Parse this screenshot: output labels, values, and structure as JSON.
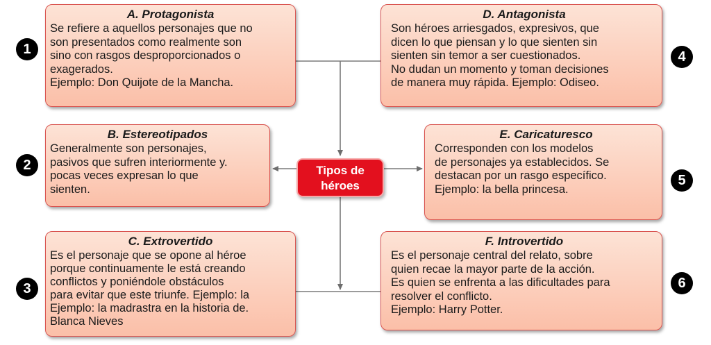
{
  "center": {
    "lines": [
      "Tipos de",
      "héroes"
    ]
  },
  "boxes": [
    {
      "number": "1",
      "title": "A. Protagonista",
      "lines": [
        "Se refiere a aquellos personajes que no",
        "son presentados como realmente son",
        "sino con rasgos desproporcionados o",
        "exagerados.",
        "Ejemplo: Don Quijote de la Mancha."
      ]
    },
    {
      "number": "2",
      "title": "B. Estereotipados",
      "lines": [
        "Generalmente son personajes,",
        "pasivos que sufren interiormente y.",
        "pocas veces expresan lo que",
        " sienten."
      ]
    },
    {
      "number": "3",
      "title": "C. Extrovertido",
      "lines": [
        "Es el personaje que se opone al héroe",
        "porque continuamente le está creando",
        "conflictos y poniéndole obstáculos",
        "para evitar que este triunfe. Ejemplo: la",
        "Ejemplo: la madrastra en la historia de.",
        "Blanca Nieves"
      ]
    },
    {
      "number": "4",
      "title": "D. Antagonista",
      "lines": [
        "Son héroes arriesgados, expresivos, que",
        "dicen lo que piensan y lo que sienten sin",
        "sienten sin temor a ser cuestionados.",
        "No dudan un momento y toman decisiones",
        "de manera muy rápida. Ejemplo: Odiseo."
      ]
    },
    {
      "number": "5",
      "title": "E. Caricaturesco",
      "lines": [
        "Corresponden con los modelos",
        "de personajes ya establecidos. Se",
        "destacan por un rasgo específico.",
        "Ejemplo: la bella princesa."
      ]
    },
    {
      "number": "6",
      "title": "F. Introvertido",
      "lines": [
        "Es el personaje central del relato, sobre",
        "quien recae la mayor parte de la acción.",
        "Es quien se enfrenta a las dificultades para",
        "resolver el conflicto.",
        "Ejemplo: Harry Potter."
      ]
    }
  ]
}
